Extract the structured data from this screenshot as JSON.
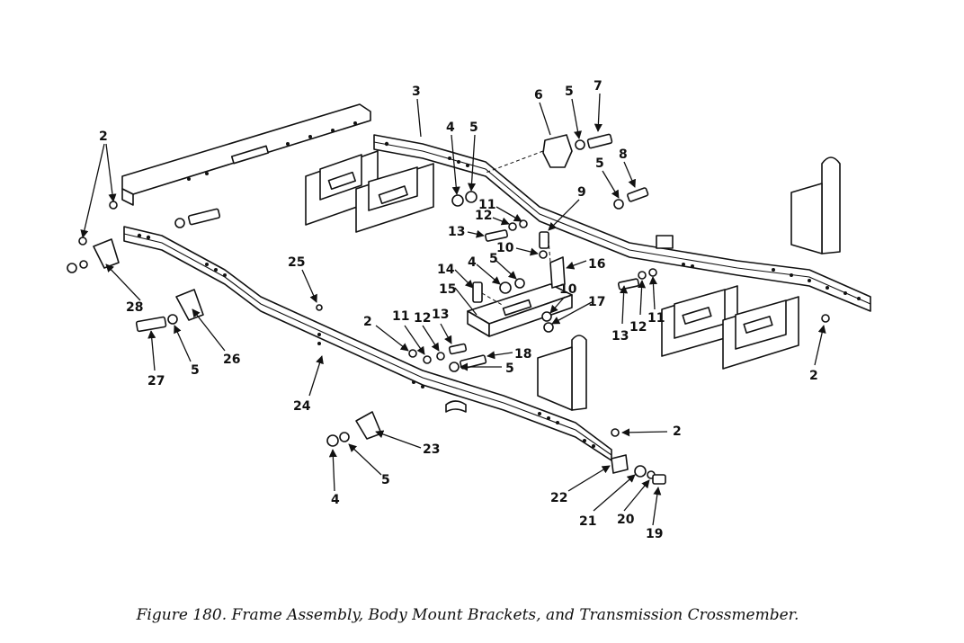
{
  "caption": "Figure 180.  Frame Assembly, Body Mount Brackets, and Transmission Crossmember.",
  "callouts": [
    "2",
    "3",
    "4",
    "5",
    "6",
    "7",
    "8",
    "9",
    "10",
    "11",
    "12",
    "13",
    "14",
    "15",
    "16",
    "17",
    "18",
    "19",
    "20",
    "21",
    "22",
    "23",
    "24",
    "25",
    "26",
    "27",
    "28"
  ]
}
